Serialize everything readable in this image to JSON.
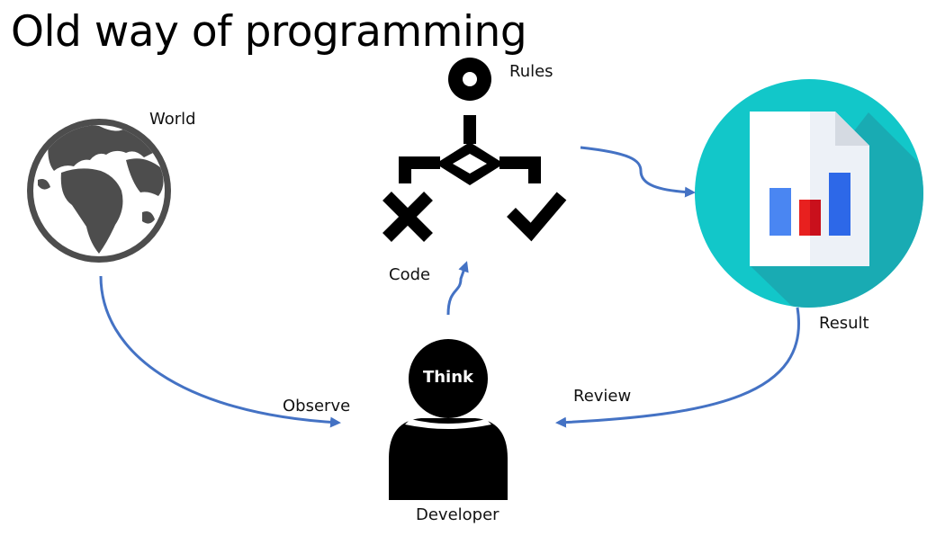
{
  "title": "Old way of programming",
  "labels": {
    "world": "World",
    "rules": "Rules",
    "code": "Code",
    "result": "Result",
    "observe": "Observe",
    "review": "Review",
    "think": "Think",
    "developer": "Developer"
  },
  "icons": [
    "globe-icon",
    "flowchart-rules-icon",
    "report-chart-icon",
    "developer-person-icon"
  ],
  "colors": {
    "arrow": "#4472C4",
    "globe": "#4d4d4d",
    "result_circle": "#12C7C9",
    "bar_blue": "#3B7CF0",
    "bar_red": "#E8201F"
  }
}
